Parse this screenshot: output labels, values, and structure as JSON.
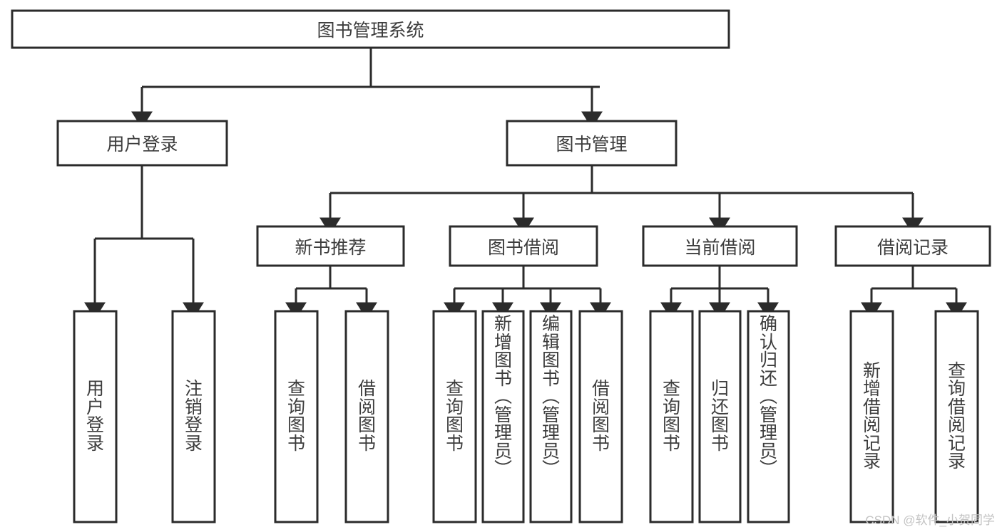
{
  "diagram": {
    "title": "图书管理系统",
    "type": "hierarchy-tree",
    "watermark": "CSDN @软件_小贺同学",
    "colors": {
      "stroke": "#2b2b2b",
      "fill": "#ffffff",
      "text": "#3d3d3d",
      "watermark": "#c3c3c3",
      "background": "#ffffff"
    },
    "levels": {
      "root": {
        "label": "图书管理系统"
      },
      "level2": [
        {
          "id": "user-login",
          "label": "用户登录"
        },
        {
          "id": "book-manage",
          "label": "图书管理"
        }
      ],
      "level3": [
        {
          "id": "new-book-recommend",
          "label": "新书推荐",
          "parent": "book-manage"
        },
        {
          "id": "book-borrow",
          "label": "图书借阅",
          "parent": "book-manage"
        },
        {
          "id": "current-borrow",
          "label": "当前借阅",
          "parent": "book-manage"
        },
        {
          "id": "borrow-record",
          "label": "借阅记录",
          "parent": "book-manage"
        }
      ],
      "leaves": [
        {
          "id": "leaf-user-login",
          "label": "用户登录",
          "parent": "user-login"
        },
        {
          "id": "leaf-logout-login",
          "label": "注销登录",
          "parent": "user-login"
        },
        {
          "id": "leaf-query-book-1",
          "label": "查询图书",
          "parent": "new-book-recommend"
        },
        {
          "id": "leaf-borrow-book-1",
          "label": "借阅图书",
          "parent": "new-book-recommend"
        },
        {
          "id": "leaf-query-book-2",
          "label": "查询图书",
          "parent": "book-borrow"
        },
        {
          "id": "leaf-add-book",
          "label": "新增图书（管理员）",
          "parent": "book-borrow"
        },
        {
          "id": "leaf-edit-book",
          "label": "编辑图书（管理员）",
          "parent": "book-borrow"
        },
        {
          "id": "leaf-borrow-book-2",
          "label": "借阅图书",
          "parent": "book-borrow"
        },
        {
          "id": "leaf-query-book-3",
          "label": "查询图书",
          "parent": "current-borrow"
        },
        {
          "id": "leaf-return-book",
          "label": "归还图书",
          "parent": "current-borrow"
        },
        {
          "id": "leaf-confirm-return",
          "label": "确认归还（管理员）",
          "parent": "current-borrow"
        },
        {
          "id": "leaf-add-record",
          "label": "新增借阅记录",
          "parent": "borrow-record"
        },
        {
          "id": "leaf-query-record",
          "label": "查询借阅记录",
          "parent": "borrow-record"
        }
      ]
    }
  }
}
